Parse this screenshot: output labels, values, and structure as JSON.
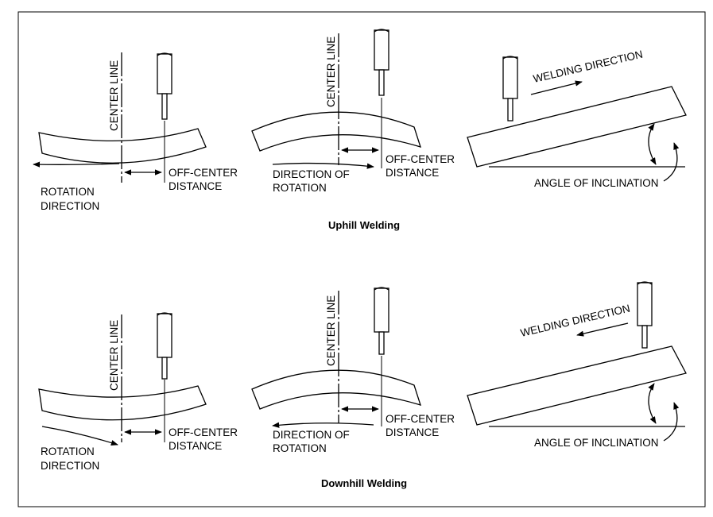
{
  "labels": {
    "center_line": "CENTER LINE",
    "off_center_1": "OFF-CENTER",
    "off_center_2": "DISTANCE",
    "rotation_a1": "ROTATION",
    "rotation_a2": "DIRECTION",
    "rotation_b1": "DIRECTION OF",
    "rotation_b2": "ROTATION",
    "welding_direction": "WELDING DIRECTION",
    "angle_of_inclination": "ANGLE OF INCLINATION"
  },
  "captions": {
    "uphill": "Uphill Welding",
    "downhill": "Downhill Welding"
  }
}
